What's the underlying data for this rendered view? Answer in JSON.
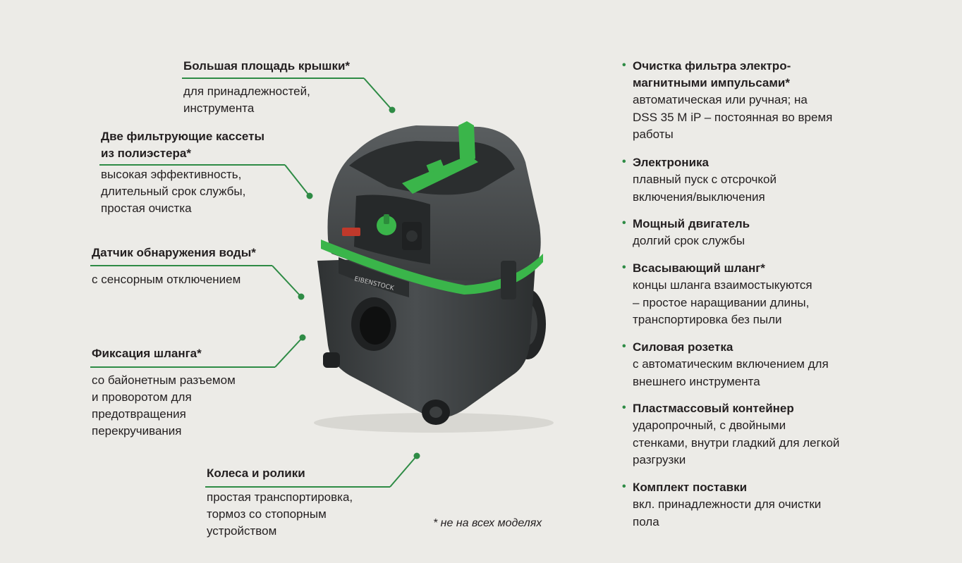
{
  "colors": {
    "accent": "#2e8b45",
    "bright_green": "#3ab54a",
    "body": "#3b3e3f",
    "background": "#ecebe7"
  },
  "callouts_left": [
    {
      "title": "Большая площадь крышки*",
      "desc": "для принадлежностей,\nинструмента"
    },
    {
      "title": "Две фильтрующие кассеты\nиз полиэстера*",
      "desc": "высокая эффективность,\nдлительный срок службы,\nпростая очистка"
    },
    {
      "title": "Датчик обнаружения воды*",
      "desc": "с сенсорным отключением"
    },
    {
      "title": "Фиксация шланга*",
      "desc": "со байонетным разъемом\nи проворотом для\nпредотвращения\nперекручивания"
    },
    {
      "title": "Колеса и ролики",
      "desc": "простая транспортировка,\nтормоз со стопорным\nустройством"
    }
  ],
  "features_right": [
    {
      "title": "Очистка фильтра электро-\nмагнитными импульсами*",
      "desc": "автоматическая или ручная; на\nDSS 35 M iP – постоянная во время\nработы"
    },
    {
      "title": "Электроника",
      "desc": "плавный пуск с отсрочкой\nвключения/выключения"
    },
    {
      "title": "Мощный двигатель",
      "desc": "долгий срок службы"
    },
    {
      "title": "Всасывающий шланг*",
      "desc": "концы шланга взаимостыкуются\n– простое наращивании длины,\nтранспортировка без пыли"
    },
    {
      "title": "Силовая розетка",
      "desc": "с автоматическим включением для\nвнешнего инструмента"
    },
    {
      "title": "Пластмассовый контейнер",
      "desc": "ударопрочный, с двойными\nстенками, внутри гладкий для легкой\nразгрузки"
    },
    {
      "title": "Комплект поставки",
      "desc": "вкл. принадлежности для очистки\nпола"
    }
  ],
  "product": {
    "brand_label": "EIBENSTOCK"
  },
  "footnote": "* не на всех моделях"
}
